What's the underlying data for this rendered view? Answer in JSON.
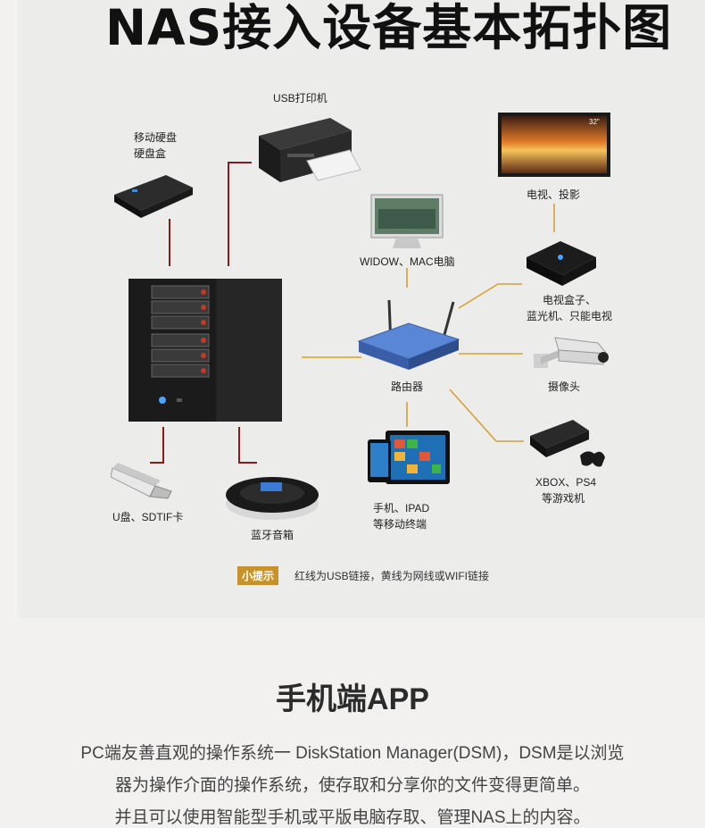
{
  "diagram": {
    "title": "NAS接入设备基本拓扑图",
    "devices": {
      "usb_printer": "USB打印机",
      "portable_hdd_line1": "移动硬盘",
      "portable_hdd_line2": "硬盘盒",
      "tv": "电视、投影",
      "pc": "WIDOW、MAC电脑",
      "tvbox_line1": "电视盒子、",
      "tvbox_line2": "蓝光机、只能电视",
      "router": "路由器",
      "camera": "摄像头",
      "console_line1": "XBOX、PS4",
      "console_line2": "等游戏机",
      "usb_drive": "U盘、SDTIF卡",
      "bt_speaker": "蓝牙音箱",
      "mobile_line1": "手机、IPAD",
      "mobile_line2": "等移动终端",
      "tv_badge": "32\""
    },
    "tip": {
      "badge": "小提示",
      "text": "红线为USB链接，黄线为网线或WIFI链接"
    },
    "colors": {
      "usb_line": "#8b1a1a",
      "network_line": "#d9a030",
      "tip_badge": "#c8922a"
    }
  },
  "app_section": {
    "title": "手机端APP",
    "desc_line1": "PC端友善直观的操作系统一 DiskStation Manager(DSM)，DSM是以浏览",
    "desc_line2": "器为操作介面的操作系统，使存取和分享你的文件变得更简单。",
    "desc_line3": "并且可以使用智能型手机或平版电脑存取、管理NAS上的内容。"
  }
}
